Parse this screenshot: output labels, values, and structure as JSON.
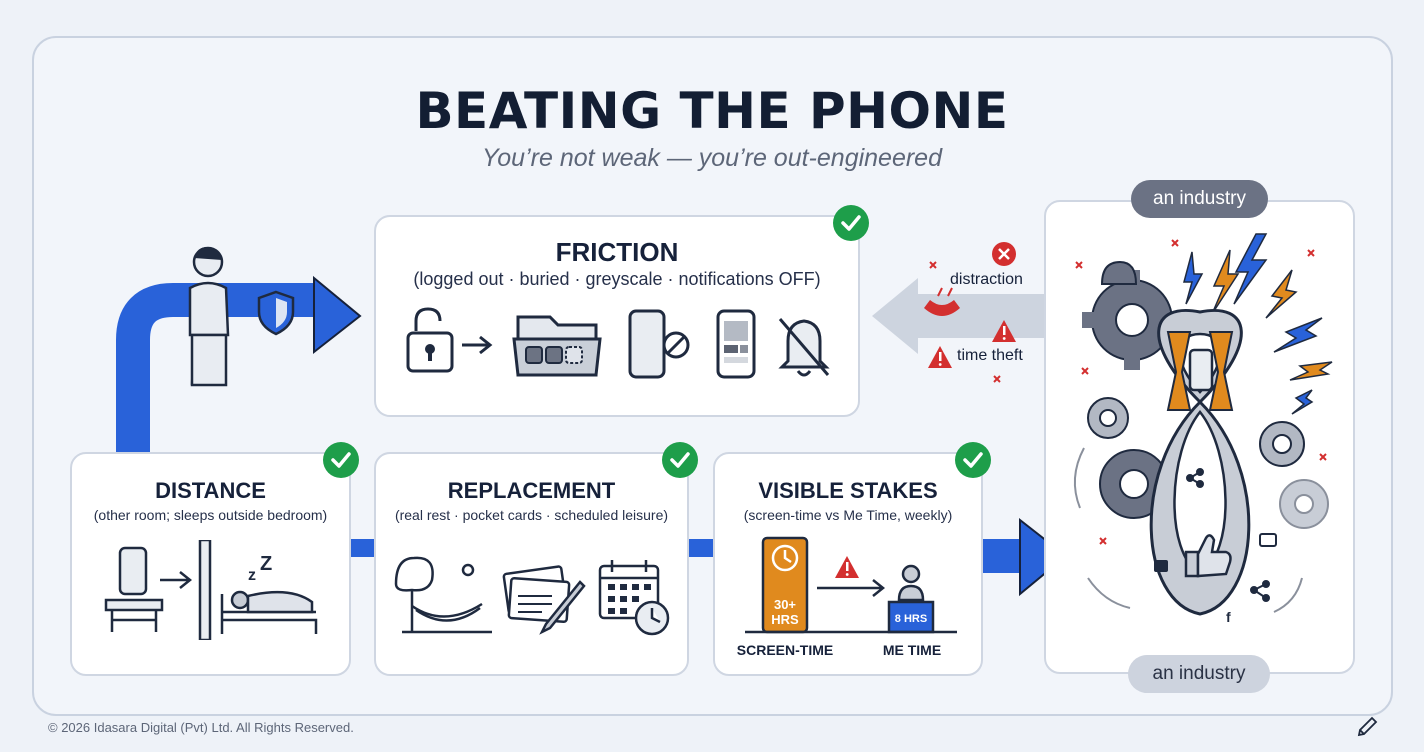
{
  "header": {
    "title": "BEATING THE PHONE",
    "subtitle": "You’re not weak — you’re out-engineered"
  },
  "cards": {
    "friction": {
      "title": "FRICTION",
      "subtitle": "(logged out · buried · greyscale · notifications OFF)"
    },
    "distance": {
      "title": "DISTANCE",
      "subtitle": "(other room; sleeps outside bedroom)"
    },
    "replacement": {
      "title": "REPLACEMENT",
      "subtitle": "(real rest · pocket cards · scheduled leisure)"
    },
    "stakes": {
      "title": "VISIBLE STAKES",
      "subtitle": "(screen-time vs Me Time, weekly)",
      "screen_value": "30+",
      "screen_unit": "HRS",
      "me_value": "8 HRS",
      "screen_label": "SCREEN-TIME",
      "me_label": "ME TIME"
    }
  },
  "threats": {
    "distraction": "distraction",
    "time_theft": "time theft"
  },
  "industry": {
    "top_label": "an industry",
    "bottom_label": "an industry"
  },
  "footer": {
    "copyright": "© 2026 Idasara Digital (Pvt) Ltd. All Rights Reserved."
  },
  "colors": {
    "accent_blue": "#2962d9",
    "check_green": "#1e9e4a",
    "warning_red": "#d32f2f",
    "orange": "#e08a1e",
    "dark_navy": "#131e33"
  }
}
